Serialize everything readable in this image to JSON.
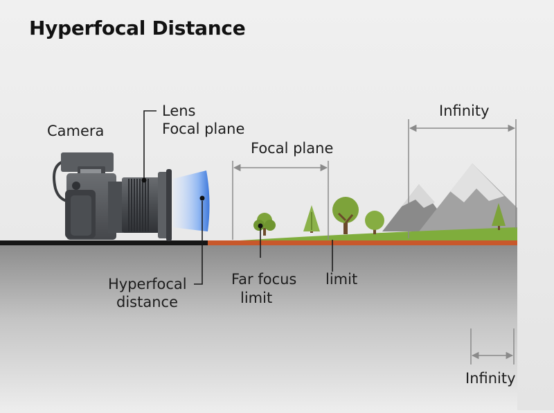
{
  "title": "Hyperfocal Distance",
  "labels": {
    "camera": "Camera",
    "lens": "Lens",
    "focal_plane_camera": "Focal plane",
    "focal_plane_scene": "Focal plane",
    "infinity_top": "Infinity",
    "hyperfocal_line1": "Hyperfocal",
    "hyperfocal_line2": "distance",
    "far_focus_line1": "Far focus",
    "far_focus_line2": "limit",
    "limit": "limit",
    "infinity_bottom": "Infinity"
  },
  "colors": {
    "background": "#ededed",
    "grass": "#7fad3c",
    "soil": "#c8582b",
    "camera_body": "#55585c",
    "lens_glass": "#4f86e0",
    "tree_foliage": "#7da33a",
    "mountain": "#8f8f8f",
    "dimension_line": "#8a8a8a"
  }
}
